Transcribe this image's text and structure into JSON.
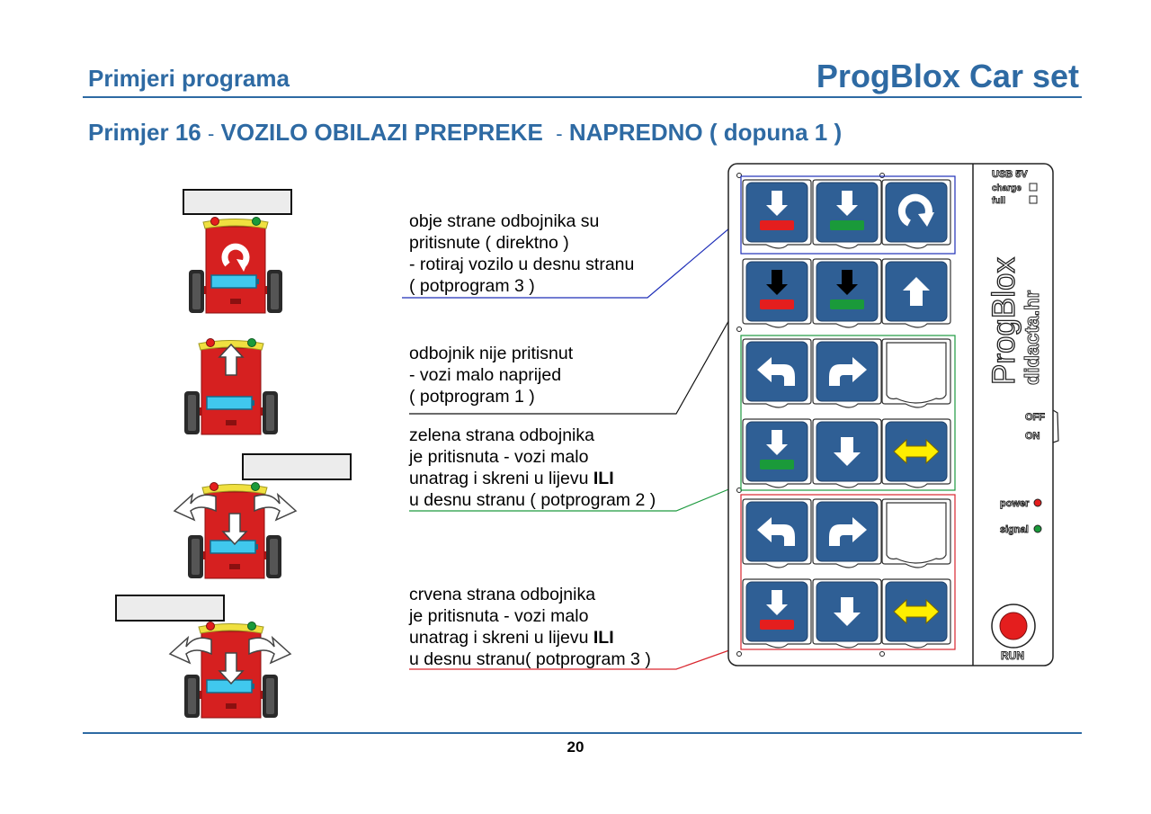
{
  "header": {
    "section_title": "Primjeri programa",
    "product_title": "ProgBlox Car set"
  },
  "example": {
    "number_label": "Primjer 16",
    "separator": "-",
    "title_main": "VOZILO OBILAZI PREPREKE",
    "title_level": "NAPREDNO ( dopuna 1 )"
  },
  "notes": [
    {
      "lines": [
        "obje strane odbojnika su",
        "pritisnute ( direktno )",
        "- rotiraj vozilo u desnu stranu",
        "( potprogram 3 )"
      ]
    },
    {
      "lines": [
        "odbojnik nije pritisnut",
        "- vozi malo naprijed",
        "( potprogram 1 )"
      ]
    },
    {
      "lines": [
        "zelena strana odbojnika",
        "je pritisnuta - vozi malo"
      ],
      "bold_line_prefix": "unatrag i skreni u lijevu ",
      "bold_word": "ILI",
      "last_line": "u desnu stranu ( potprogram 2 )"
    },
    {
      "lines": [
        "crvena strana odbojnika",
        "je pritisnuta - vozi malo"
      ],
      "bold_line_prefix": "unatrag i skreni u lijevu ",
      "bold_word": "ILI",
      "last_line": "u desnu stranu( potprogram 3 )"
    }
  ],
  "device": {
    "brand": "ProgBlox",
    "website": "didacta.hr",
    "usb_label": "USB 5V",
    "charge_label": "charge",
    "full_label": "full",
    "off_label": "OFF",
    "on_label": "ON",
    "power_label": "power",
    "signal_label": "signal",
    "run_label": "RUN"
  },
  "blocks": [
    [
      "down-red",
      "down-green",
      "rotate-right"
    ],
    [
      "down-black-red",
      "down-black-green",
      "up"
    ],
    [
      "turn-left",
      "turn-right",
      "empty"
    ],
    [
      "down-green",
      "down",
      "left-right-yellow"
    ],
    [
      "turn-left",
      "turn-right",
      "empty"
    ],
    [
      "down-red",
      "down",
      "left-right-yellow"
    ]
  ],
  "colors": {
    "heading_blue": "#2e6aa3",
    "block_blue": "#2f5f95",
    "car_red": "#d62020",
    "bumper_green": "#1a9a3a",
    "bumper_red": "#e41e1e",
    "arrow_yellow": "#ffee00",
    "line_blue": "#1f2fb8",
    "line_green": "#1d9a3f",
    "line_red": "#d9262e"
  },
  "page_number": "20"
}
